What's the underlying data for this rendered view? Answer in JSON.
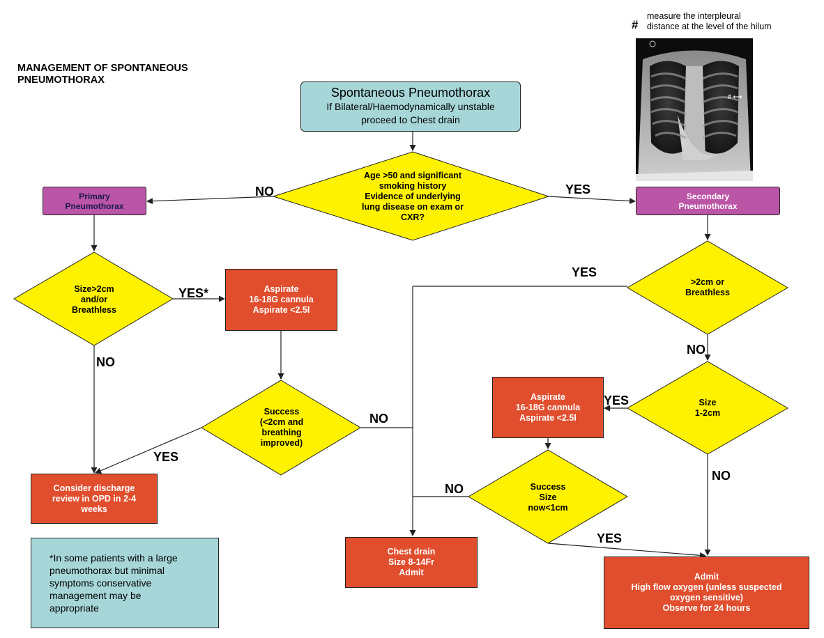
{
  "title": [
    "MANAGEMENT OF SPONTANEOUS",
    "PNEUMOTHORAX"
  ],
  "xray_note": {
    "symbol": "#",
    "lines": [
      "measure the interpleural",
      "distance at the level of the hilum"
    ],
    "marker": "# ⟷"
  },
  "nodes": {
    "start": {
      "heading": "Spontaneous Pneumothorax",
      "lines": [
        "If Bilateral/Haemodynamically unstable",
        "proceed to Chest drain"
      ]
    },
    "decision_age": {
      "lines": [
        "Age >50 and significant",
        "smoking history",
        "Evidence of underlying",
        "lung disease on exam or",
        "CXR?"
      ]
    },
    "primary": {
      "lines": [
        "Primary",
        "Pneumothorax"
      ]
    },
    "secondary": {
      "lines": [
        "Secondary",
        "Pneumothorax"
      ]
    },
    "decision_size_primary": {
      "lines": [
        "Size>2cm",
        "and/or",
        "Breathless"
      ]
    },
    "aspirate_primary": {
      "lines": [
        "Aspirate",
        "16-18G cannula",
        "Aspirate <2.5l"
      ]
    },
    "decision_success_primary": {
      "lines": [
        "Success",
        "(<2cm and",
        "breathing",
        "improved)"
      ]
    },
    "discharge": {
      "lines": [
        "Consider discharge",
        "review in OPD in 2-4",
        "weeks"
      ]
    },
    "note": {
      "lines": [
        "*In some patients with a large",
        "pneumothorax but minimal",
        "symptoms conservative",
        "management may be",
        "appropriate"
      ]
    },
    "decision_size_secondary": {
      "lines": [
        ">2cm or",
        "Breathless"
      ]
    },
    "decision_size_1_2": {
      "lines": [
        "Size",
        "1-2cm"
      ]
    },
    "aspirate_secondary": {
      "lines": [
        "Aspirate",
        "16-18G cannula",
        "Aspirate <2.5l"
      ]
    },
    "decision_success_secondary": {
      "lines": [
        "Success",
        "Size",
        "now<1cm"
      ]
    },
    "chest_drain": {
      "lines": [
        "Chest drain",
        "Size 8-14Fr",
        "Admit"
      ]
    },
    "admit": {
      "lines": [
        "Admit",
        "High flow oxygen (unless suspected",
        "oxygen sensitive)",
        "Observe for 24 hours"
      ]
    }
  },
  "edge_labels": {
    "no_age": "NO",
    "yes_age": "YES",
    "yes_star": "YES*",
    "no_primary_size": "NO",
    "no_primary_success": "NO",
    "yes_primary_success": "YES",
    "yes_secondary_size": "YES",
    "no_secondary_size": "NO",
    "yes_size_1_2": "YES",
    "no_size_1_2": "NO",
    "no_secondary_success": "NO",
    "yes_secondary_success": "YES"
  },
  "colors": {
    "teal": "#a6d6d8",
    "purple": "#bb55a6",
    "red": "#e04e2e",
    "yellow": "#fff200"
  }
}
